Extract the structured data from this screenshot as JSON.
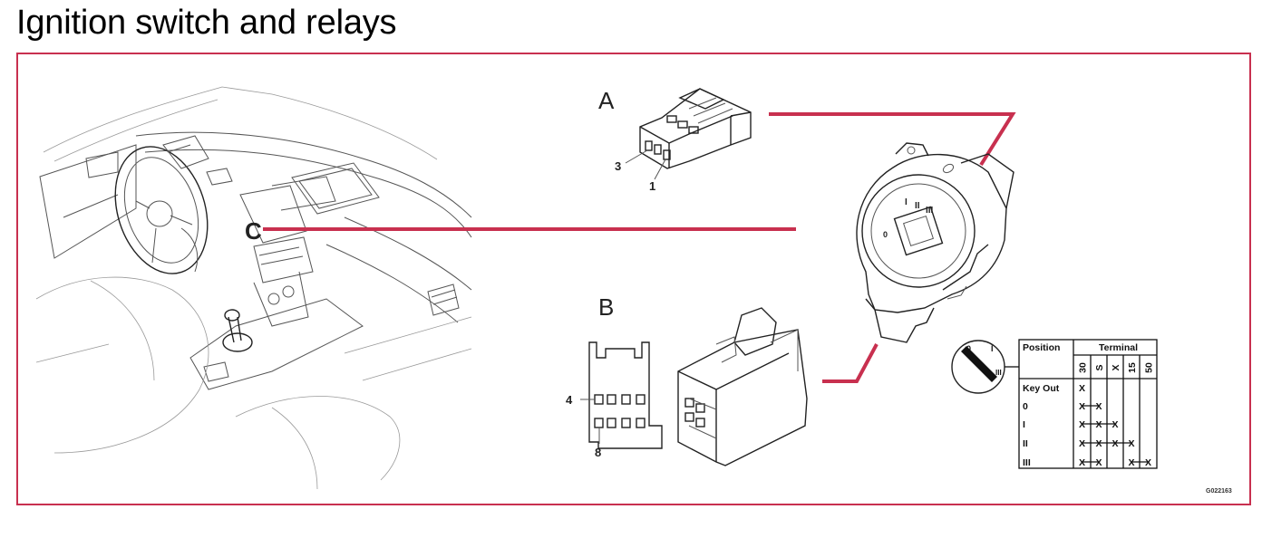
{
  "title": "Ignition switch and relays",
  "labels": {
    "connector_a": "A",
    "connector_b": "B",
    "location": "C",
    "pin_a_left": "3",
    "pin_a_right": "1",
    "pin_b_top": "4",
    "pin_b_bottom": "8"
  },
  "switch_positions": [
    "0",
    "I",
    "II",
    "III"
  ],
  "table": {
    "header_position": "Position",
    "header_terminal": "Terminal",
    "terminals": [
      "30",
      "S",
      "X",
      "15",
      "50"
    ],
    "rows": [
      {
        "position": "Key Out",
        "marks": [
          "X",
          "",
          "",
          "",
          ""
        ]
      },
      {
        "position": "0",
        "marks": [
          "X",
          "X",
          "",
          "",
          ""
        ]
      },
      {
        "position": "I",
        "marks": [
          "X",
          "X",
          "X",
          "",
          ""
        ]
      },
      {
        "position": "II",
        "marks": [
          "X",
          "X",
          "X",
          "X",
          ""
        ]
      },
      {
        "position": "III",
        "marks": [
          "X",
          "X",
          "",
          "X",
          "X"
        ]
      }
    ]
  },
  "figure_code": "G022163",
  "colors": {
    "accent": "#c8304f"
  }
}
